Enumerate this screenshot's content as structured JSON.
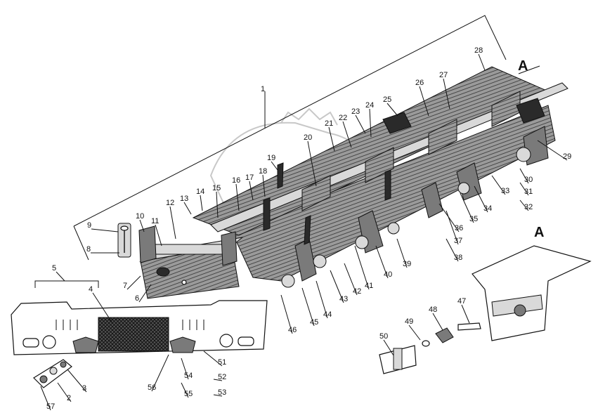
{
  "view_label": "A",
  "callouts": [
    "1",
    "2",
    "3",
    "4",
    "5",
    "6",
    "7",
    "8",
    "9",
    "10",
    "11",
    "12",
    "13",
    "14",
    "15",
    "16",
    "17",
    "18",
    "19",
    "20",
    "21",
    "22",
    "23",
    "24",
    "25",
    "26",
    "27",
    "28",
    "29",
    "30",
    "31",
    "32",
    "33",
    "34",
    "35",
    "36",
    "37",
    "38",
    "39",
    "40",
    "41",
    "42",
    "43",
    "44",
    "45",
    "46",
    "47",
    "48",
    "49",
    "50",
    "51",
    "52",
    "53",
    "54",
    "55",
    "56",
    "57"
  ]
}
